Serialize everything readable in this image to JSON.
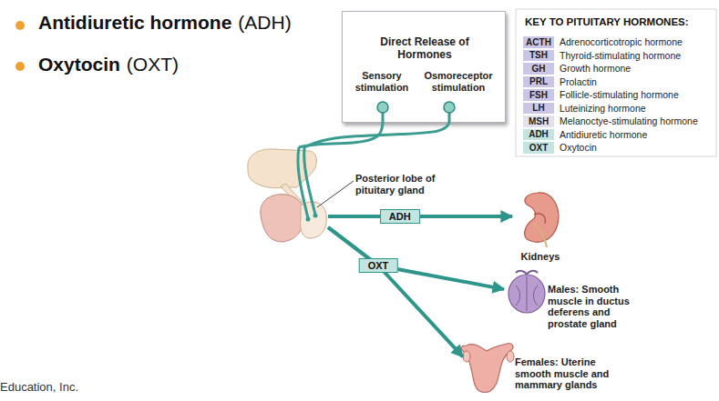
{
  "diagram": {
    "nodes": [
      {
        "text": [
          "Direct Release of Hormones",
          "Sensory stimulation",
          "Osmoreceptor stimulation"
        ]
      },
      {
        "text": [
          "Posterior lobe of pituitary gland"
        ]
      },
      {
        "text": [
          "Kidneys"
        ]
      },
      {
        "text": [
          "Males: Smooth muscle in ductus deferens and prostate gland"
        ]
      },
      {
        "text": [
          "Females: Uterine smooth muscle and mammary glands"
        ]
      }
    ],
    "edges": [
      {
        "from": 0,
        "to": 1,
        "arrow": "none"
      },
      {
        "from": 0,
        "to": 1,
        "arrow": "none"
      },
      {
        "from": 1,
        "to": 2,
        "label": "ADH",
        "arrow": "to"
      },
      {
        "from": 1,
        "to": 3,
        "label": "OXT",
        "arrow": "to"
      },
      {
        "from": 1,
        "to": 4,
        "arrow": "to"
      }
    ],
    "labels": [
      "Antidiuretic hormone",
      "(ADH)",
      "Oxytocin",
      "(OXT)",
      "KEY TO PITUITARY HORMONES:",
      "ACTH",
      "TSH",
      "GH",
      "PRL",
      "FSH",
      "LH",
      "MSH",
      "ADH",
      "OXT",
      "Education, Inc."
    ],
    "legend": [
      {
        "text": "Adrenocorticotropic hormone",
        "color": "#cbc5e6"
      },
      {
        "text": "Thyroid-stimulating hormone",
        "color": "#cbc5e6"
      },
      {
        "text": "Growth hormone",
        "color": "#cbc5e6"
      },
      {
        "text": "Prolactin",
        "color": "#cbc5e6"
      },
      {
        "text": "Follicle-stimulating hormone",
        "color": "#cbc5e6"
      },
      {
        "text": "Luteinizing hormone",
        "color": "#cbc5e6"
      },
      {
        "text": "Melanoctye-stimulating hormone",
        "color": "#e4e1ef"
      },
      {
        "text": "Antidiuretic hormone",
        "color": "#c3e4df"
      },
      {
        "text": "Oxytocin",
        "color": "#c3e4df"
      }
    ]
  }
}
